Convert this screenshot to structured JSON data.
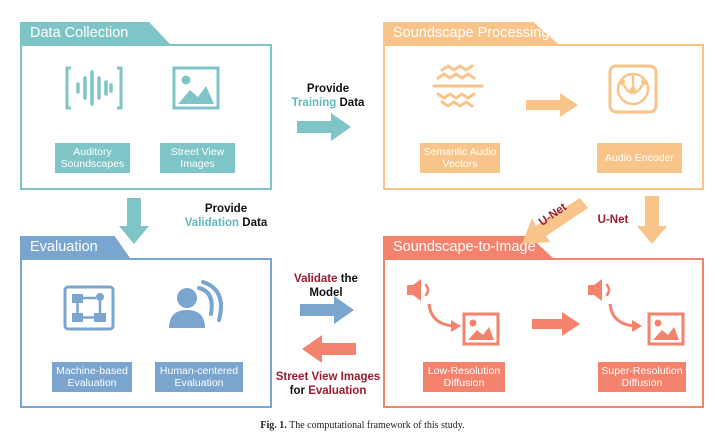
{
  "panels": {
    "data_collection": {
      "title": "Data Collection",
      "items": [
        "Auditory Soundscapes",
        "Street View Images"
      ]
    },
    "soundscape_processing": {
      "title": "Soundscape Processing",
      "items": [
        "Semantic Audio Vectors",
        "Audio Encoder"
      ]
    },
    "evaluation": {
      "title": "Evaluation",
      "items": [
        "Machine-based Evaluation",
        "Human-centered Evaluation"
      ]
    },
    "soundscape_to_image": {
      "title": "Soundscape-to-Image",
      "items": [
        "Low-Resolution Diffusion",
        "Super-Resolution Diffusion"
      ]
    }
  },
  "arrows": {
    "provide_training": {
      "line1": "Provide",
      "highlight": "Training",
      "rest": " Data"
    },
    "provide_validation": {
      "line1": "Provide",
      "highlight": "Validation",
      "rest": " Data"
    },
    "validate_model": {
      "highlight": "Validate",
      "rest": " the Model"
    },
    "street_view_eval": {
      "highlight1": "Street View Images",
      "prefix2": "for ",
      "highlight2": "Evaluation"
    },
    "unet_left": "U-Net",
    "unet_right": "U-Net"
  },
  "caption": {
    "label": "Fig. 1.",
    "text": " The computational framework of this study."
  },
  "colors": {
    "teal": "#7fc4c6",
    "teal_text": "#5fb8bd",
    "orange": "#f8c48a",
    "blue": "#7aa5cf",
    "salmon": "#f5826c",
    "maroon": "#9b1b30"
  }
}
